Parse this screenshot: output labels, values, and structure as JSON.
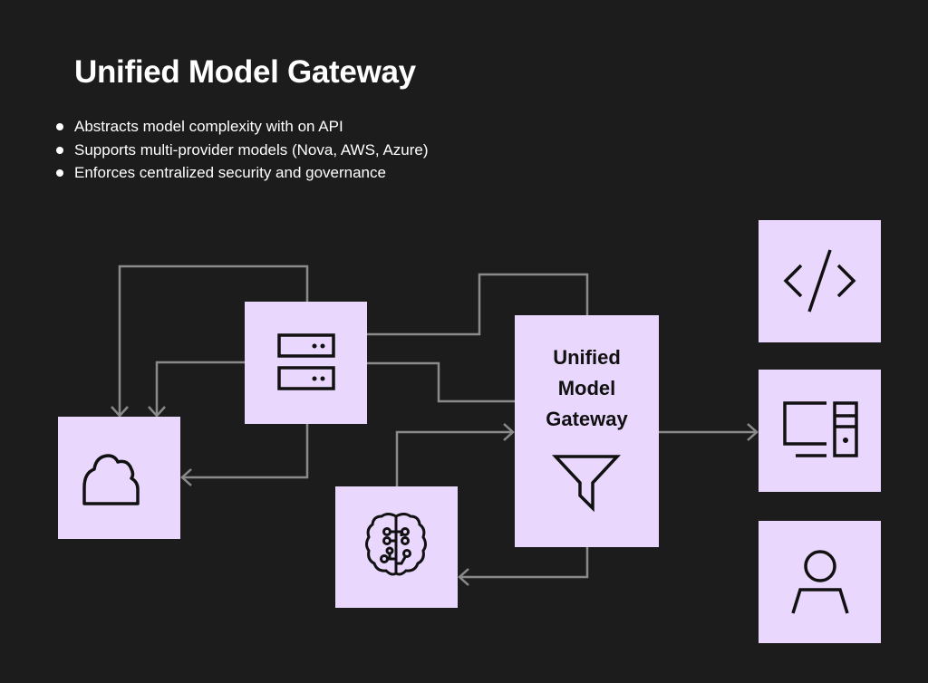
{
  "title": "Unified Model Gateway",
  "bullets": [
    "Abstracts model complexity with on API",
    "Supports multi-provider models (Nova, AWS, Azure)",
    "Enforces centralized security and governance"
  ],
  "gateway": {
    "label_lines": [
      "Unified",
      "Model",
      "Gateway"
    ],
    "icon": "funnel-icon"
  },
  "nodes": {
    "cloud": "cloud-icon",
    "server": "server-icon",
    "brain": "brain-icon",
    "code": "code-icon",
    "computer": "computer-icon",
    "user": "user-icon"
  },
  "colors": {
    "background": "#1c1c1c",
    "node": "#ead7fd",
    "connector": "#8a8a8a"
  }
}
